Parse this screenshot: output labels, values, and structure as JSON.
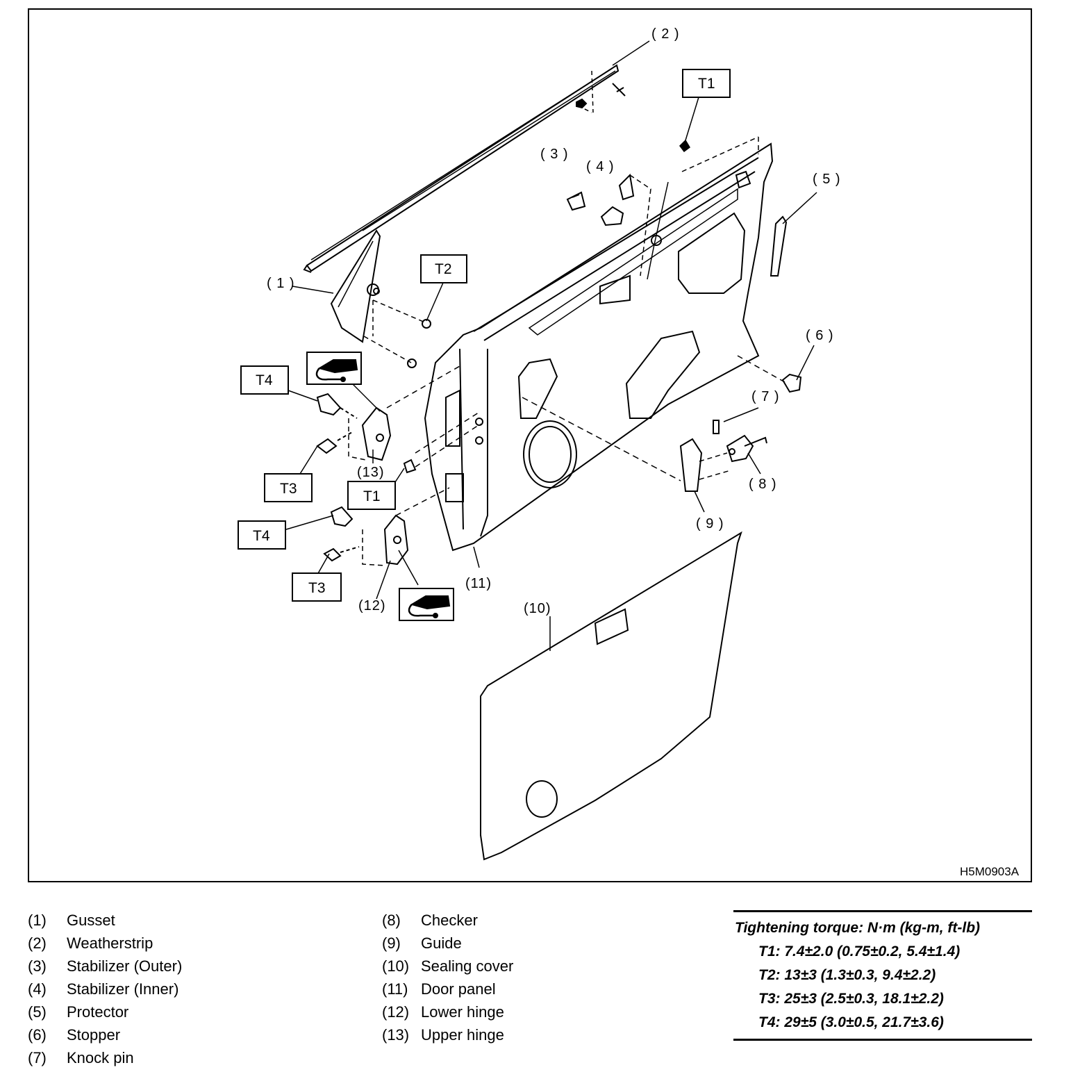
{
  "figure": {
    "code": "H5M0903A",
    "callouts": {
      "c1": "( 1 )",
      "c2": "( 2 )",
      "c3": "( 3 )",
      "c4": "( 4 )",
      "c5": "( 5 )",
      "c6": "( 6 )",
      "c7": "( 7 )",
      "c8": "( 8 )",
      "c9": "( 9 )",
      "c10": "(10)",
      "c11": "(11)",
      "c12": "(12)",
      "c13": "(13)"
    },
    "torque_tags": {
      "t1_top": "T1",
      "t2": "T2",
      "t4_upper": "T4",
      "t3_upper": "T3",
      "t1_mid": "T1",
      "t4_lower": "T4",
      "t3_lower": "T3"
    },
    "grease_icon_name": "grease-icon"
  },
  "legend_left": [
    {
      "num": "(1)",
      "name": "Gusset"
    },
    {
      "num": "(2)",
      "name": "Weatherstrip"
    },
    {
      "num": "(3)",
      "name": "Stabilizer (Outer)"
    },
    {
      "num": "(4)",
      "name": "Stabilizer (Inner)"
    },
    {
      "num": "(5)",
      "name": "Protector"
    },
    {
      "num": "(6)",
      "name": "Stopper"
    },
    {
      "num": "(7)",
      "name": "Knock pin"
    }
  ],
  "legend_right": [
    {
      "num": "(8)",
      "name": "Checker"
    },
    {
      "num": "(9)",
      "name": "Guide"
    },
    {
      "num": "(10)",
      "name": "Sealing cover"
    },
    {
      "num": "(11)",
      "name": "Door panel"
    },
    {
      "num": "(12)",
      "name": "Lower hinge"
    },
    {
      "num": "(13)",
      "name": "Upper hinge"
    }
  ],
  "torque": {
    "title": "Tightening torque: N·m (kg-m, ft-lb)",
    "specs": [
      "T1: 7.4±2.0 (0.75±0.2, 5.4±1.4)",
      "T2: 13±3 (1.3±0.3, 9.4±2.2)",
      "T3: 25±3 (2.5±0.3, 18.1±2.2)",
      "T4: 29±5 (3.0±0.5, 21.7±3.6)"
    ]
  }
}
